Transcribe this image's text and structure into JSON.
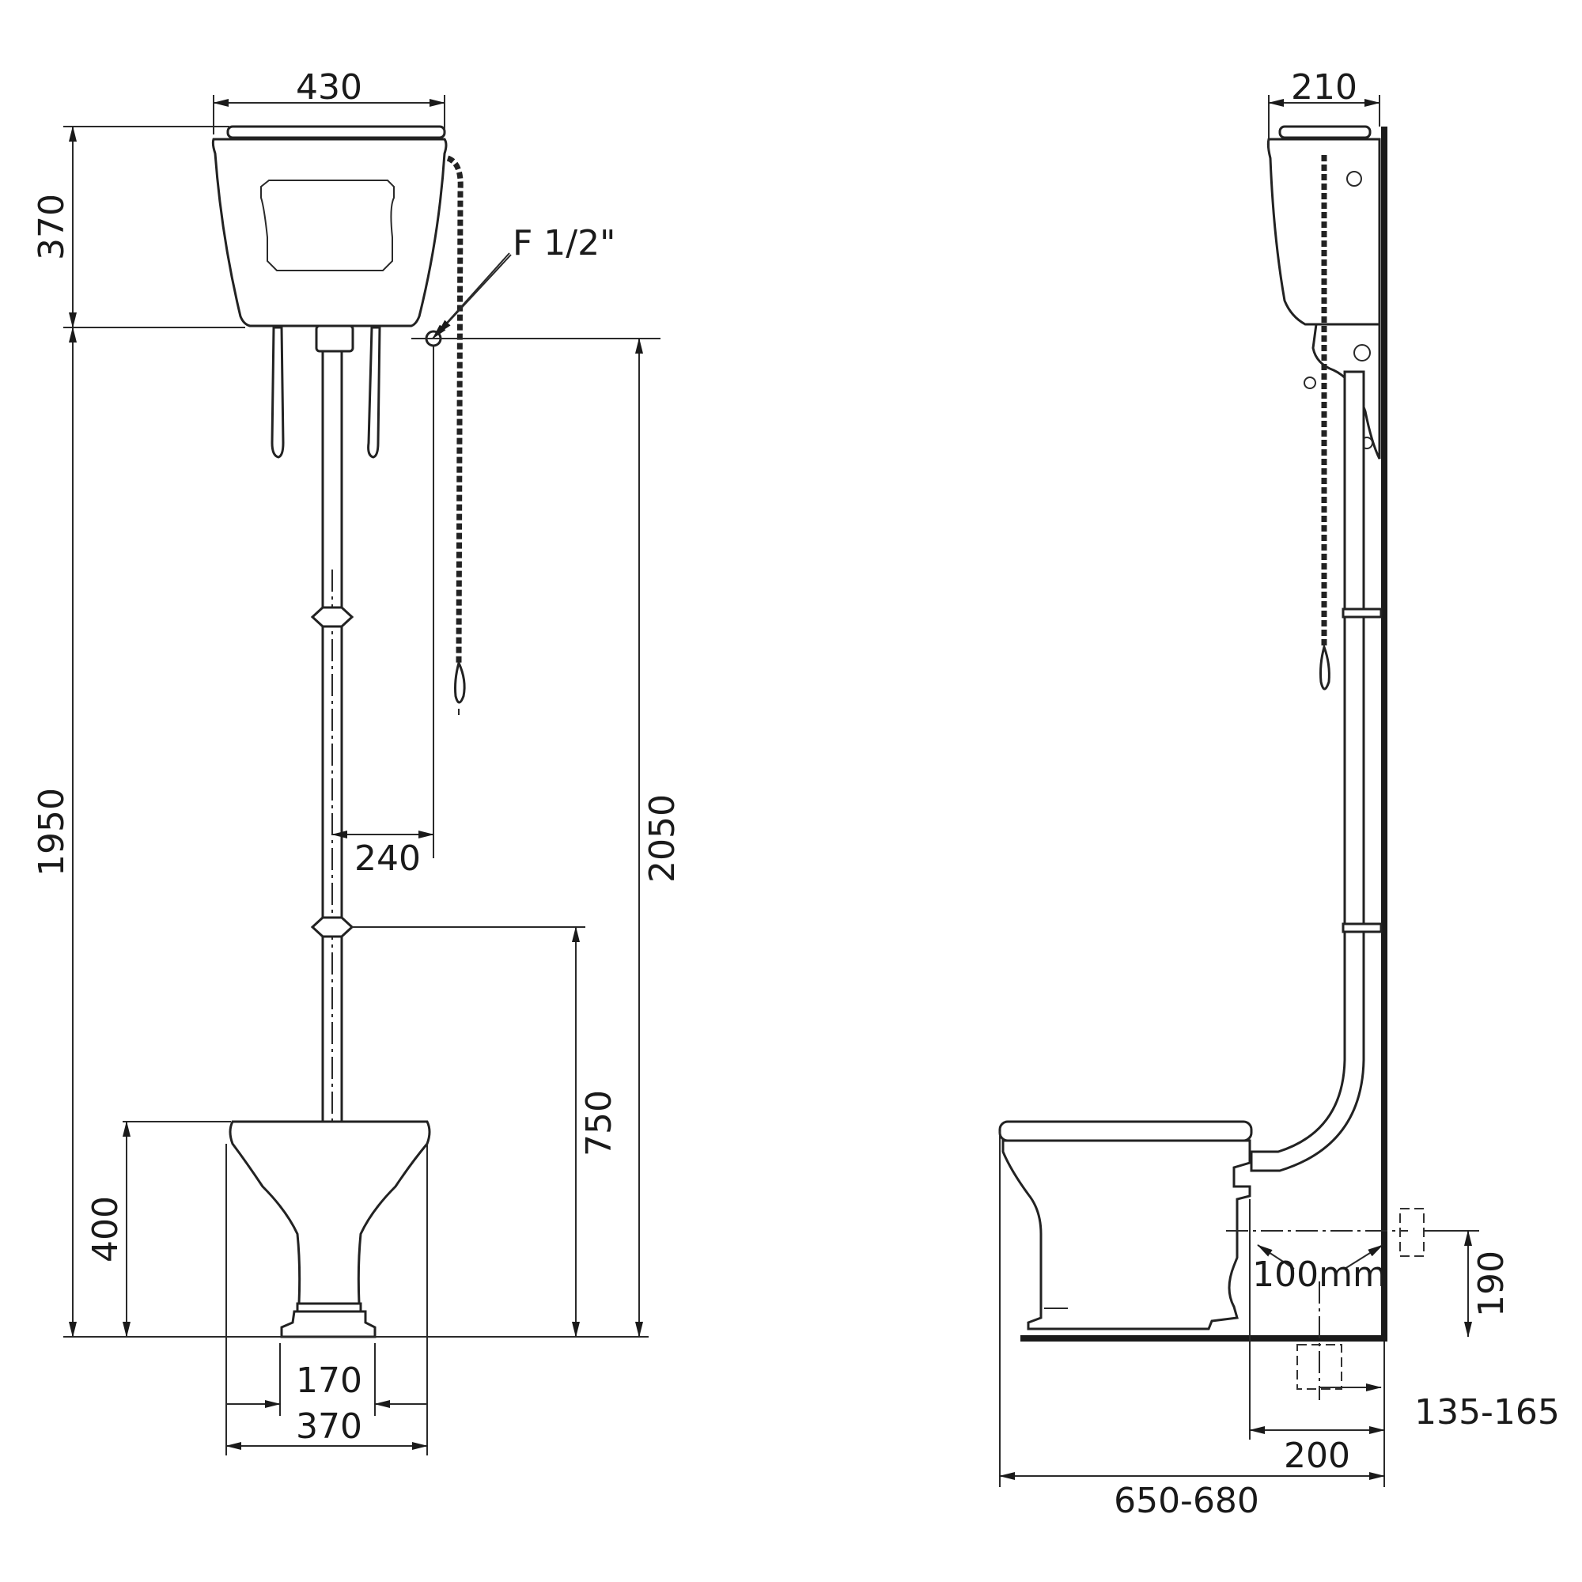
{
  "front_view": {
    "tank_width": "430",
    "tank_height": "370",
    "tank_top_height": "1950",
    "inlet_label": "F 1/2\"",
    "inlet_height": "2050",
    "inlet_offset": "240",
    "clip_height": "750",
    "bowl_height": "400",
    "foot_width": "170",
    "bowl_width": "370"
  },
  "side_view": {
    "tank_depth": "210",
    "outlet_diameter": "100mm",
    "outlet_height": "190",
    "outlet_wall_distance": "135-165",
    "floor_outlet_distance": "200",
    "total_projection": "650-680"
  },
  "colors": {
    "line": "#2a2a2a",
    "background": "#ffffff"
  }
}
